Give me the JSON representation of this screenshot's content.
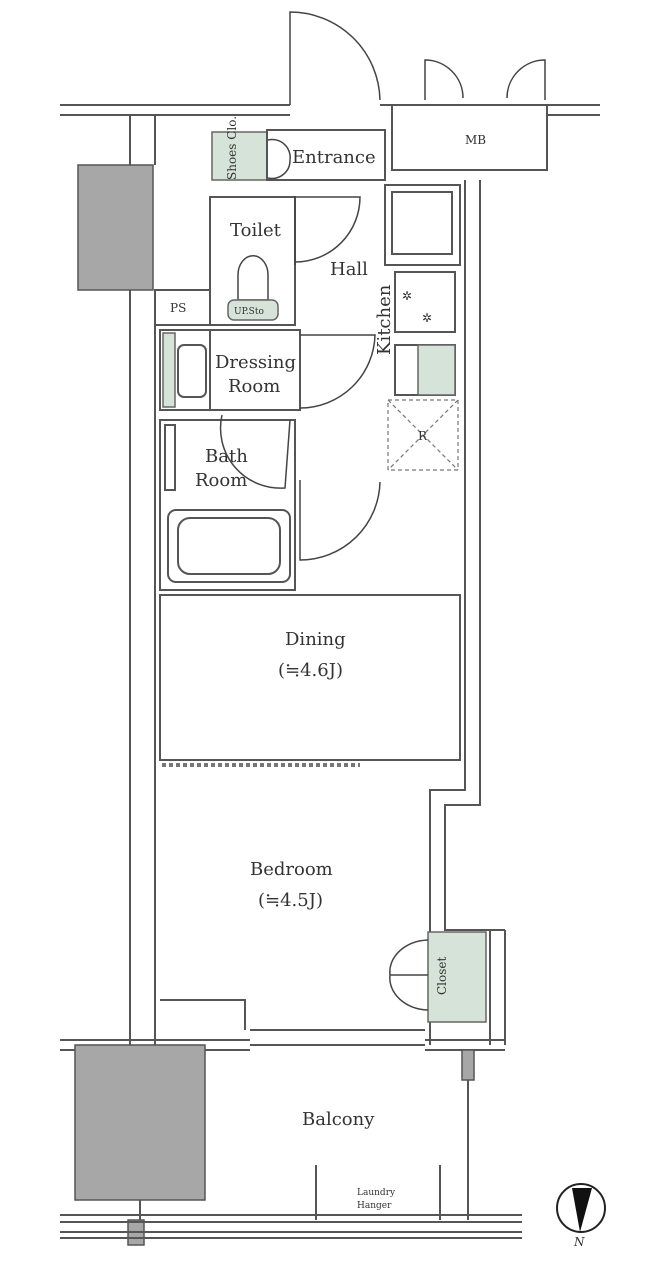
{
  "rooms": {
    "shoes_closet": "Shoes Clo.",
    "entrance": "Entrance",
    "meter_box": "MB",
    "toilet": "Toilet",
    "toilet_storage": "UP.Sto",
    "hall": "Hall",
    "kitchen": "Kitchen",
    "pipe_space": "PS",
    "dressing_room_line1": "Dressing",
    "dressing_room_line2": "Room",
    "bath_room_line1": "Bath",
    "bath_room_line2": "Room",
    "refrigerator": "R",
    "dining": "Dining",
    "dining_area": "(≒4.6J)",
    "bedroom": "Bedroom",
    "bedroom_area": "(≒4.5J)",
    "closet": "Closet",
    "balcony": "Balcony",
    "laundry_line1": "Laundry",
    "laundry_line2": "Hanger"
  },
  "compass": {
    "north": "N"
  },
  "colors": {
    "wall": "#555555",
    "pillar": "#a7a7a7",
    "storage": "#d6e3d8"
  }
}
